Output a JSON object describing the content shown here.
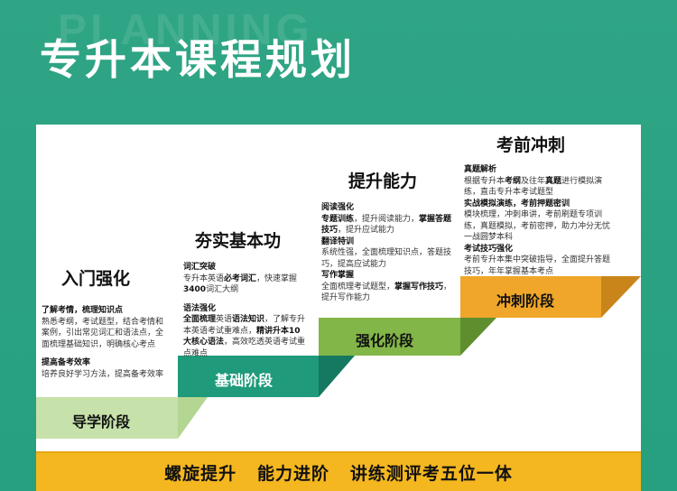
{
  "header": {
    "watermark": "PLANNING",
    "title": "专升本课程规划"
  },
  "stages": [
    {
      "step_label": "导学阶段",
      "title": "入门强化",
      "sections": [
        {
          "heading": "了解考情，梳理知识点",
          "body": "熟悉考纲，考试题型，结合考情和案例，引出常见词汇和语法点，全面梳理基础知识，明确核心考点"
        },
        {
          "heading": "提高备考效率",
          "body": "培养良好学习方法，提高备考效率"
        }
      ]
    },
    {
      "step_label": "基础阶段",
      "title": "夯实基本功",
      "sections": [
        {
          "heading": "词汇突破",
          "body_pre": "专升本英语",
          "body_bold": "必考词汇",
          "body_post": "，快速掌握",
          "body_bold2": "3400",
          "body_post2": "词汇大纲"
        },
        {
          "heading": "语法强化",
          "line1_bold": "全面梳理",
          "line1": "英语",
          "line1_bold2": "语法知识",
          "line1_post": "，了解专升本英语考试重难点，",
          "line2_bold": "精讲升本10大核心语法",
          "line2_post": "，高效吃透英语考试重点难点"
        }
      ]
    },
    {
      "step_label": "强化阶段",
      "title": "提升能力",
      "sections": [
        {
          "heading": "阅读强化",
          "l1_bold": "专题训练",
          "l1": "，提升阅读能力，",
          "l1_bold2": "掌握答题技巧",
          "l1_post": "，提升应试能力"
        },
        {
          "heading": "翻译特训",
          "body": "系统性强，全面梳理知识点，答题技巧，提高应试能力"
        },
        {
          "heading": "写作掌握",
          "l1": "全面梳理考试题型，",
          "l1_bold": "掌握写作技巧",
          "l1_post": "，提升写作能力"
        }
      ]
    },
    {
      "step_label": "冲刺阶段",
      "title": "考前冲刺",
      "sections": [
        {
          "heading": "真题解析",
          "l1": "根据专升本",
          "l1_bold": "考纲",
          "l1_mid": "及往年",
          "l1_bold2": "真题",
          "l1_post": "进行模拟演练，直击专升本考试题型"
        },
        {
          "heading": "实战模拟演练，考前押题密训",
          "body": "模块梳理，冲刺串讲，考前刷题专项训练，真题模拟，考前密押，助力冲分无忧一战圆梦本科"
        },
        {
          "heading": "考试技巧强化",
          "body": "考前专升本集中突破指导，全面提升答题技巧，年年掌握基本考点"
        }
      ]
    }
  ],
  "banner": {
    "text": "螺旋提升   能力进阶   讲练测评考五位一体"
  },
  "colors": {
    "background": "#27a180",
    "step1": "#c6e1a9",
    "step2": "#1f9a7b",
    "step2_shadow": "#157860",
    "step3": "#82b648",
    "step3_shadow": "#5f8e2e",
    "step4": "#efa62a",
    "step4_shadow": "#c9851a",
    "banner": "#f5b720"
  }
}
